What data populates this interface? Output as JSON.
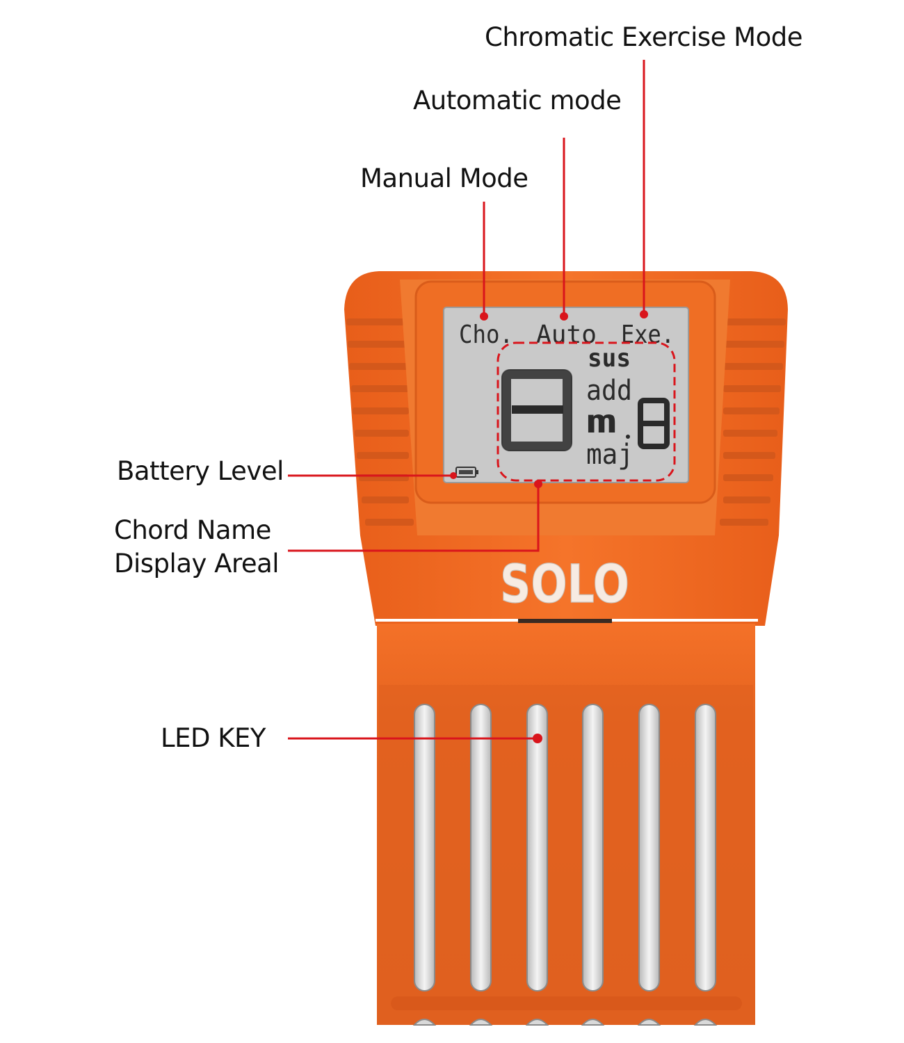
{
  "callouts": {
    "chromatic_exercise_mode": "Chromatic Exercise Mode",
    "automatic_mode": "Automatic mode",
    "manual_mode": "Manual Mode",
    "battery_level": "Battery Level",
    "chord_name_line1": "Chord Name",
    "chord_name_line2": "Display Areal",
    "led_key": "LED KEY"
  },
  "lcd": {
    "mode_manual": "Cho.",
    "mode_auto": "Auto",
    "mode_exercise": "Exe.",
    "chord_root": "B",
    "suffix_sus": "sus",
    "suffix_add": "add",
    "suffix_minor": "m",
    "suffix_major": "maj",
    "extension_digit": "8"
  },
  "brand": {
    "logo_text": "SOLO"
  },
  "colors": {
    "body_orange": "#f26a21",
    "leader_red": "#d9151c",
    "lcd_gray": "#c9c9c9"
  },
  "led_key_count": 6
}
